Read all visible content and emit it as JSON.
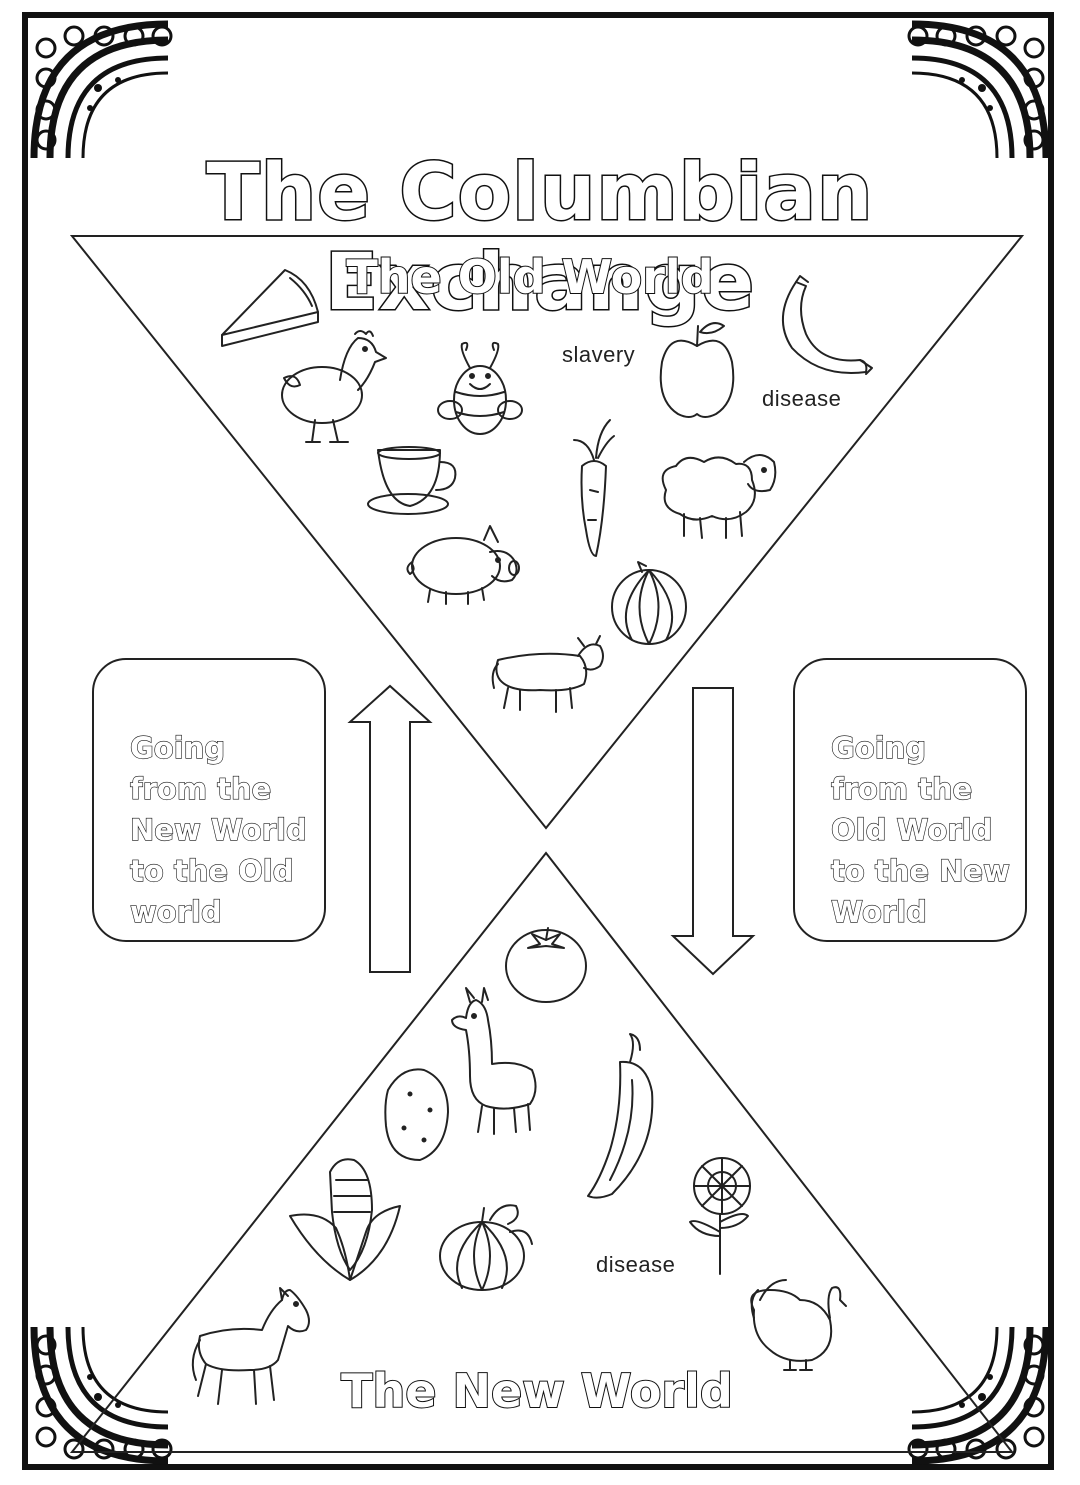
{
  "title": "The Columbian Exchange",
  "old_world": {
    "label": "The Old World",
    "items": [
      {
        "icon": "wheat-slice-icon"
      },
      {
        "icon": "chicken-icon"
      },
      {
        "icon": "honeybee-icon"
      },
      {
        "text": "slavery"
      },
      {
        "icon": "apple-icon"
      },
      {
        "icon": "banana-icon"
      },
      {
        "text": "disease"
      },
      {
        "icon": "coffee-cup-icon"
      },
      {
        "icon": "carrot-icon"
      },
      {
        "icon": "sheep-icon"
      },
      {
        "icon": "pig-icon"
      },
      {
        "icon": "melon-icon"
      },
      {
        "icon": "cow-icon"
      }
    ]
  },
  "new_world": {
    "label": "The New World",
    "items": [
      {
        "icon": "tomato-icon"
      },
      {
        "icon": "llama-icon"
      },
      {
        "icon": "potato-icon"
      },
      {
        "icon": "chili-pepper-icon"
      },
      {
        "icon": "corn-icon"
      },
      {
        "icon": "pumpkin-icon"
      },
      {
        "icon": "sunflower-icon"
      },
      {
        "text": "disease"
      },
      {
        "icon": "turkey-icon"
      },
      {
        "icon": "horse-icon"
      }
    ]
  },
  "left_box": {
    "text": "Going from the New World to the Old world",
    "arrow": "up-arrow-icon"
  },
  "right_box": {
    "text": "Going from the Old World to the New World",
    "arrow": "down-arrow-icon"
  },
  "colors": {
    "ink": "#111111",
    "paper": "#ffffff"
  }
}
